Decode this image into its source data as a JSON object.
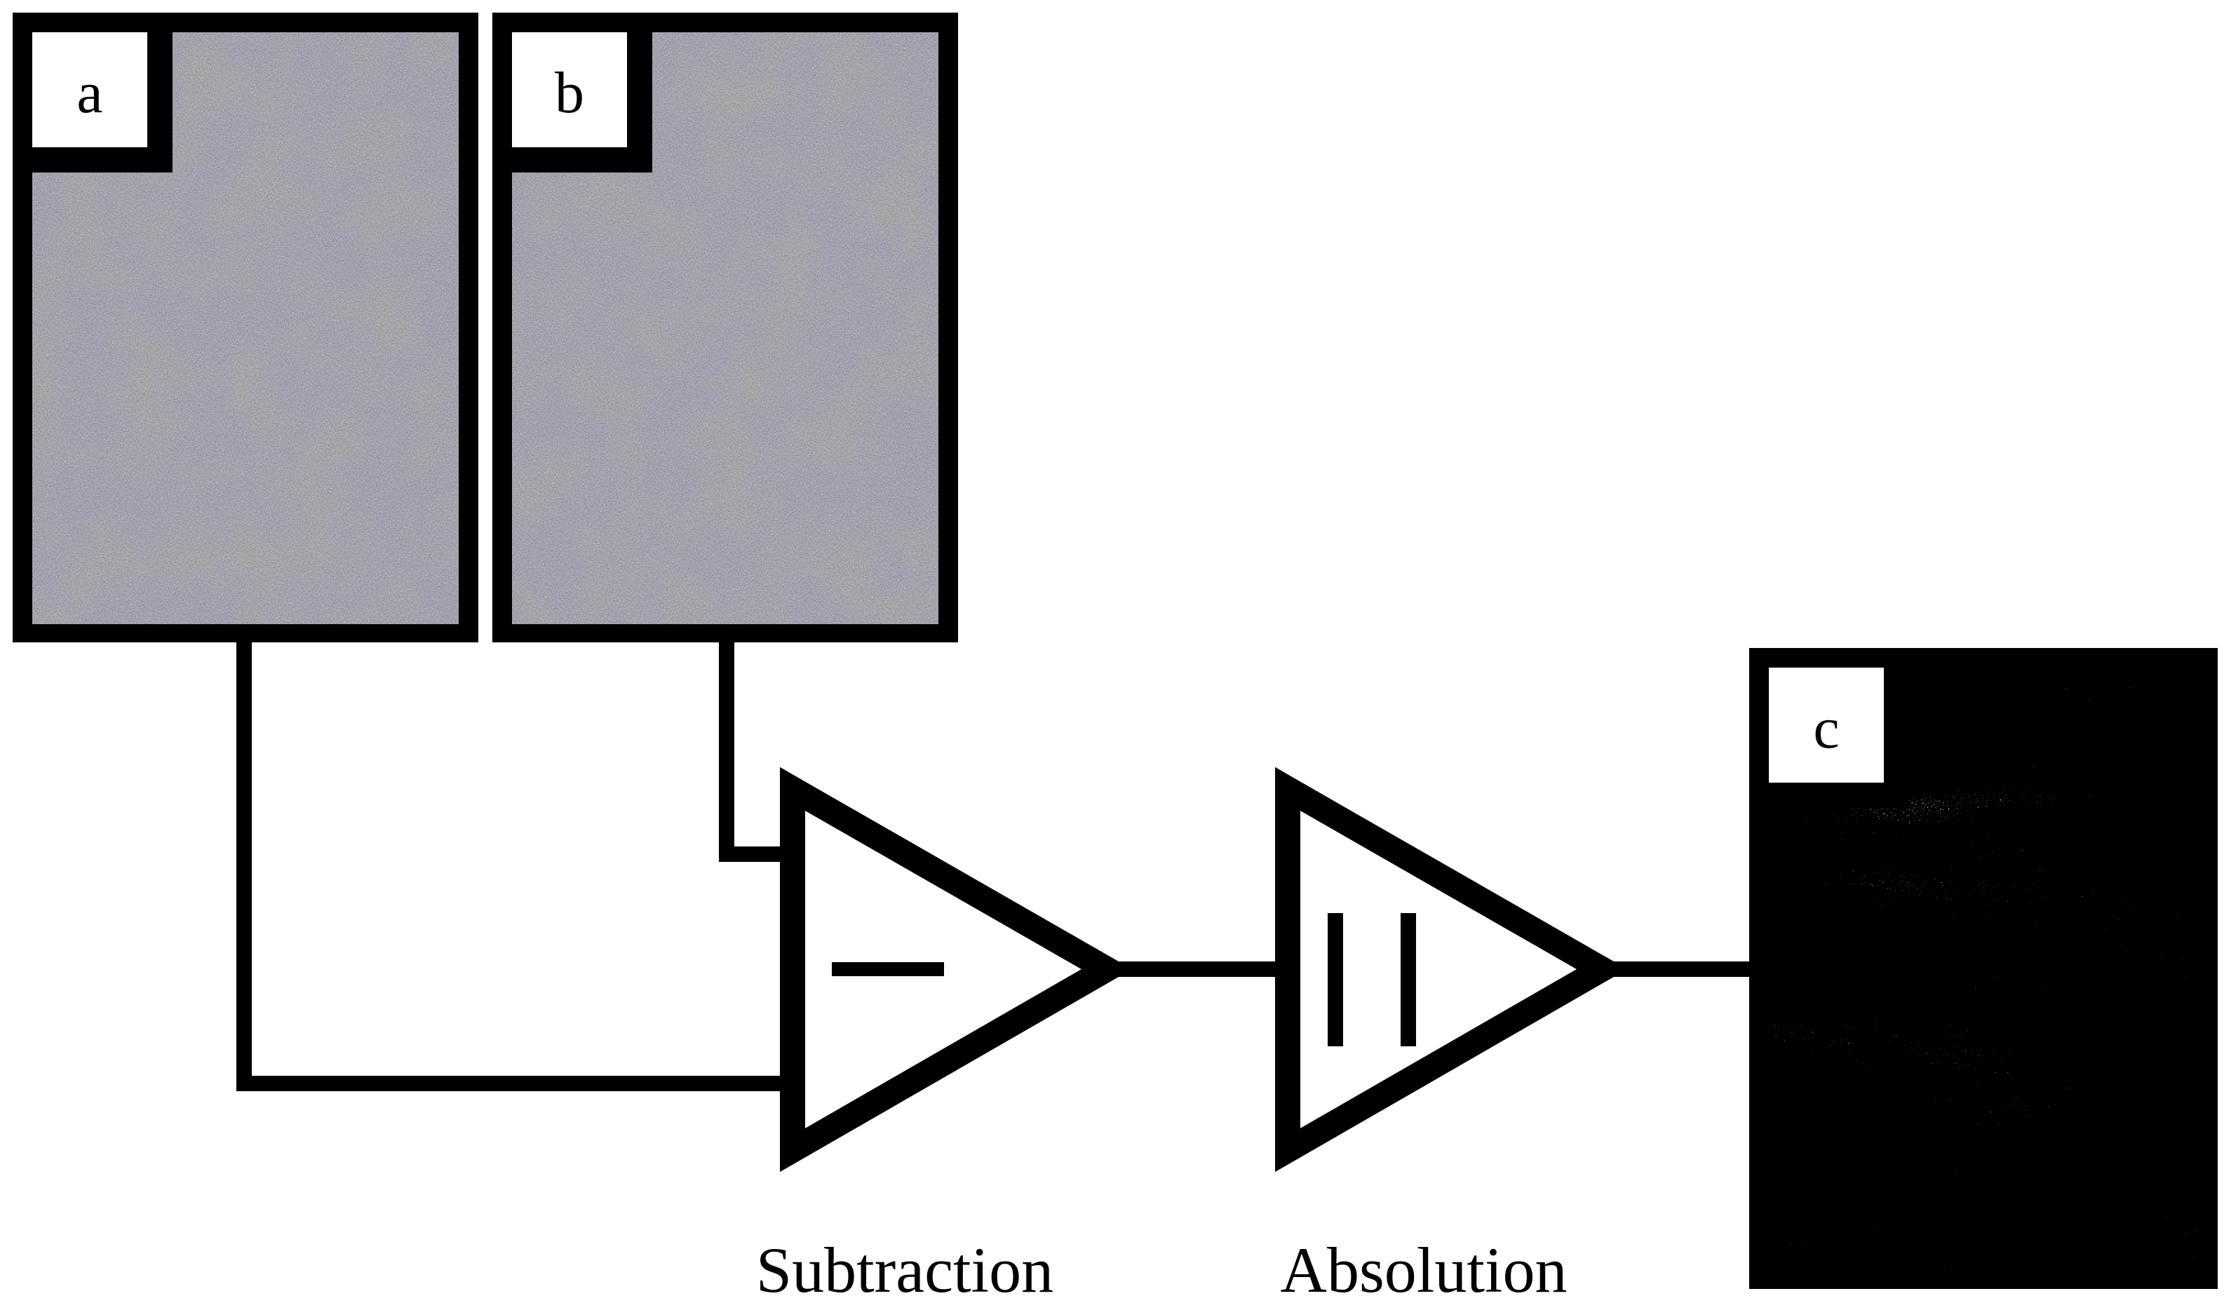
{
  "panels": {
    "a": {
      "label": "a"
    },
    "b": {
      "label": "b"
    },
    "c": {
      "label": "c"
    }
  },
  "operations": {
    "subtraction": {
      "label": "Subtraction",
      "symbol": "minus"
    },
    "absolution": {
      "label": "Absolution",
      "symbol": "absolute-value-bars"
    }
  },
  "colors": {
    "frame": "#000000",
    "speckle_gray": "#8c8c9a",
    "speckle_blue_tint": "#6f6fa0",
    "speckle_olive_tint": "#5d5d45",
    "result_background": "#000000",
    "result_speckle": "#ffffff"
  }
}
